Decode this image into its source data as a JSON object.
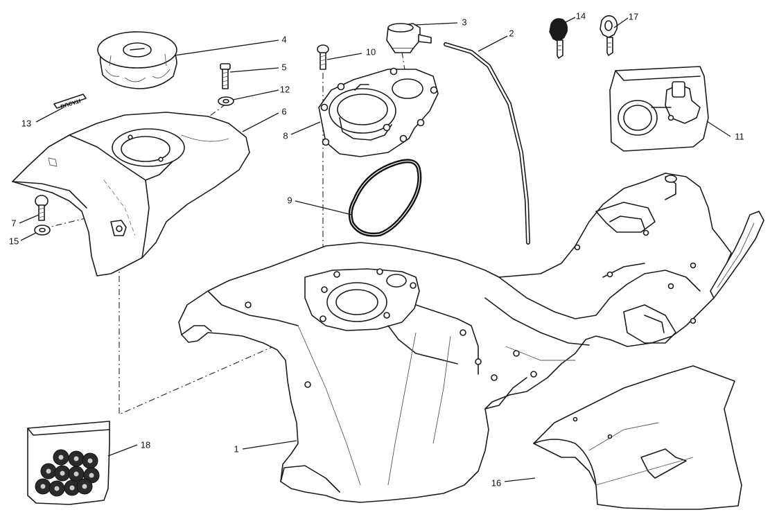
{
  "callouts": {
    "c1": "1",
    "c2": "2",
    "c3": "3",
    "c4": "4",
    "c5": "5",
    "c6": "6",
    "c7": "7",
    "c8": "8",
    "c9": "9",
    "c10": "10",
    "c11": "11",
    "c12": "12",
    "c13": "13",
    "c14": "14",
    "c15": "15",
    "c16": "16",
    "c17": "17",
    "c18": "18"
  },
  "decal_text": "DUCATI"
}
